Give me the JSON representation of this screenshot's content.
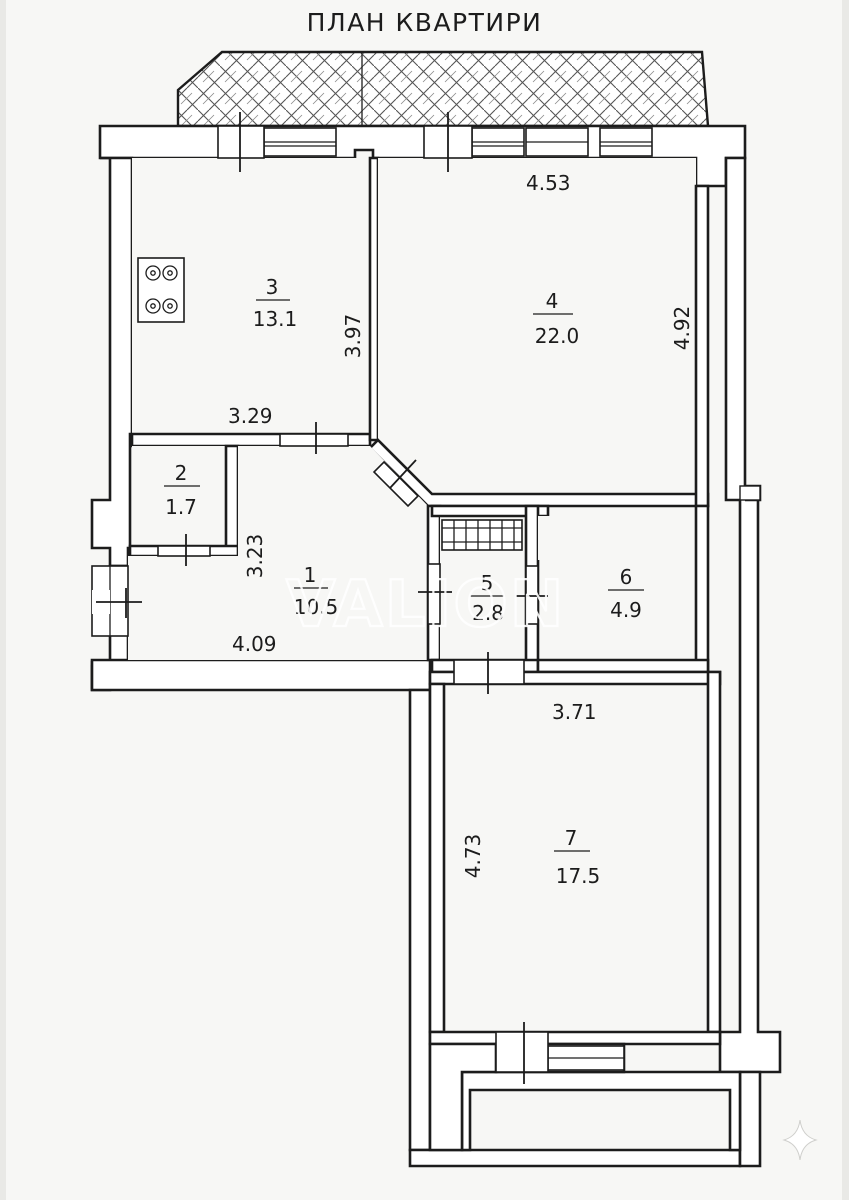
{
  "title": "ПЛАН КВАРТИРИ",
  "watermark": "VALION",
  "rooms": [
    {
      "number": "1",
      "area": "10.5"
    },
    {
      "number": "2",
      "area": "1.7"
    },
    {
      "number": "3",
      "area": "13.1"
    },
    {
      "number": "4",
      "area": "22.0"
    },
    {
      "number": "5",
      "area": "2.8"
    },
    {
      "number": "6",
      "area": "4.9"
    },
    {
      "number": "7",
      "area": "17.5"
    }
  ],
  "dimensions": [
    "3.97",
    "3.29",
    "4.53",
    "4.92",
    "3.23",
    "4.09",
    "3.71",
    "4.73"
  ],
  "colors": {
    "paper": "#f7f7f5",
    "line": "#1c1c1c",
    "background": "#e9e9e6"
  },
  "icons": [
    "stove-icon",
    "radiator-icon",
    "balcony-hatch",
    "window",
    "door",
    "sparkle-icon"
  ]
}
